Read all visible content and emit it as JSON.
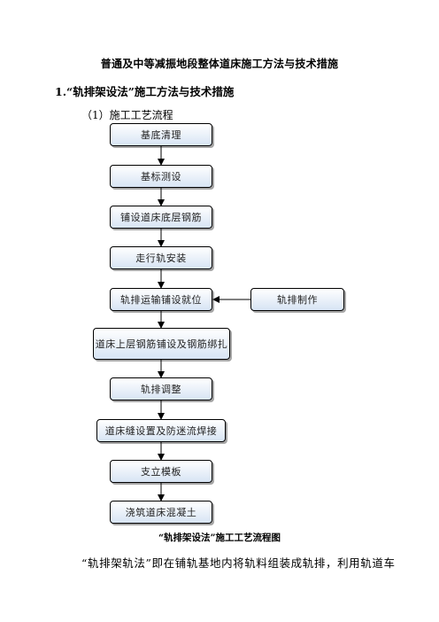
{
  "document": {
    "title": "普通及中等减振地段整体道床施工方法与技术措施",
    "section_heading": "1.“轨排架设法”施工方法与技术措施",
    "sub_heading": "（1）施工工艺流程",
    "flowchart": {
      "steps": [
        "基底清理",
        "基标测设",
        "铺设道床底层钢筋",
        "走行轨安装",
        "轨排运输铺设就位",
        "道床上层钢筋铺设及钢筋绑扎",
        "轨排调整",
        "道床缝设置及防迷流焊接",
        "支立模板",
        "浇筑道床混凝土"
      ],
      "side_input": "轨排制作"
    },
    "caption": "“轨排架设法”施工工艺流程图",
    "body_text": "“轨排架轨法”即在铺轨基地内将轨料组装成轨排，利用轨道车"
  }
}
